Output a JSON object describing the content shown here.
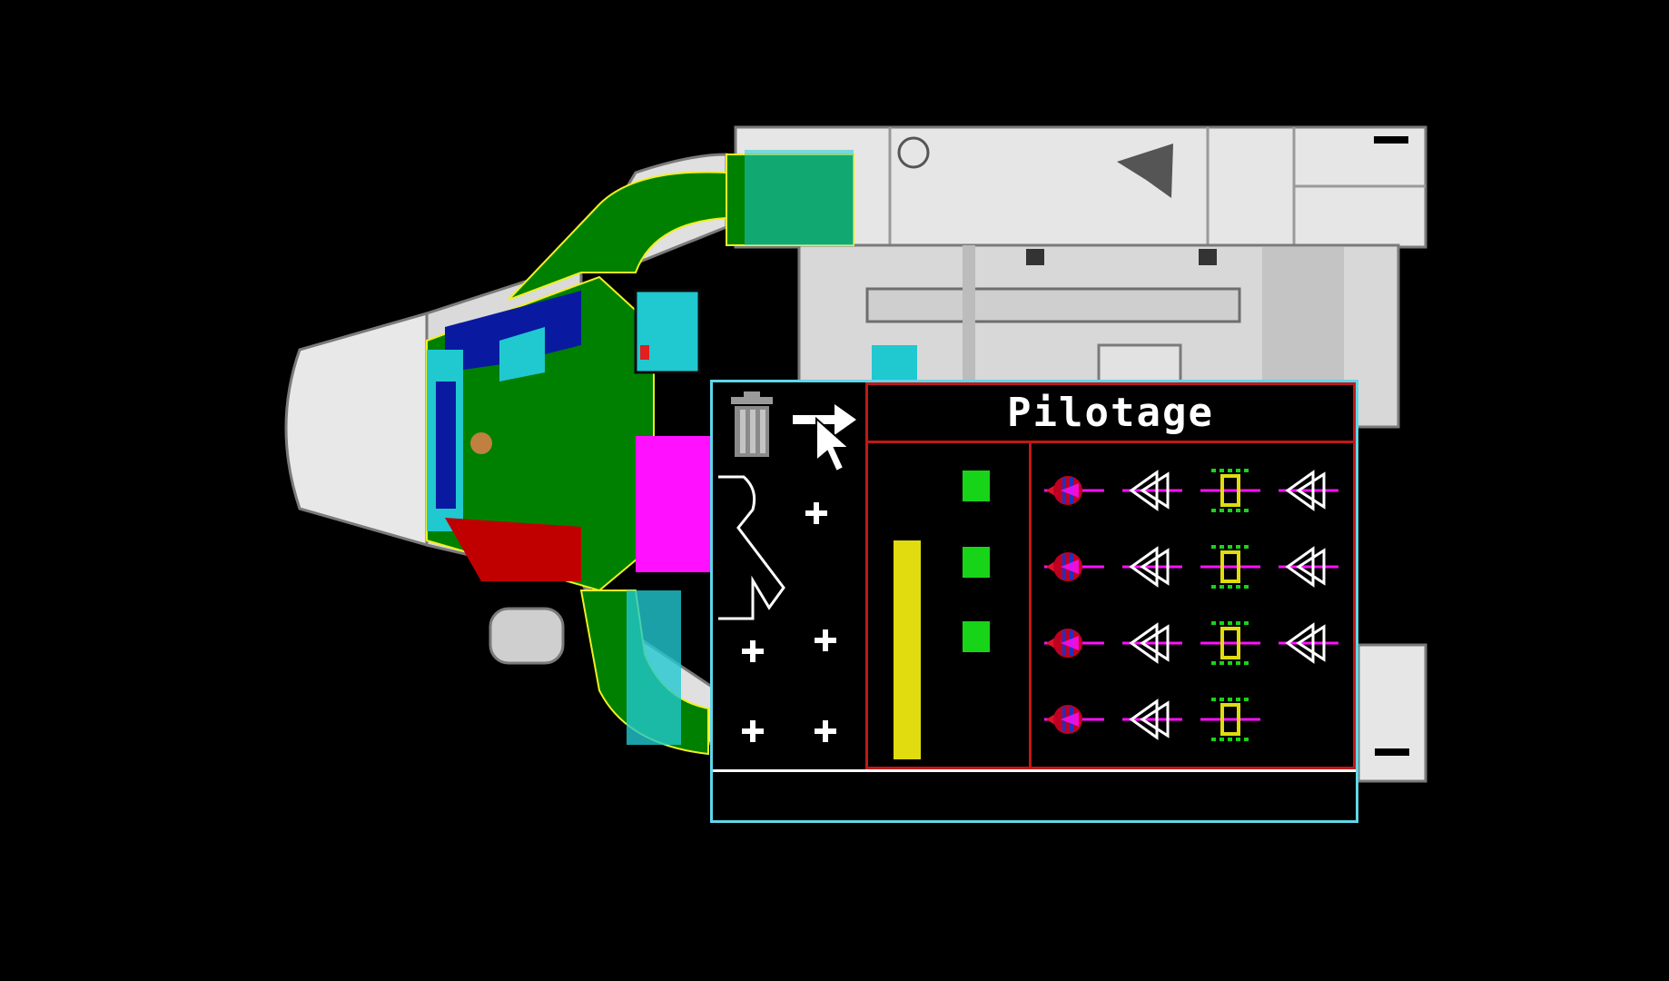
{
  "panel": {
    "title": "Pilotage",
    "footer_text": "",
    "gauge_level": 0.74,
    "indicators": [
      true,
      true,
      true
    ],
    "tools": [
      "trash-icon",
      "move-arrow-icon",
      "pointer-cursor-icon",
      "pilot-seat-icon"
    ],
    "slots": [
      "plus-icon",
      "plus-icon",
      "plus-icon",
      "plus-icon",
      "plus-icon"
    ],
    "module_grid": [
      [
        "reactor",
        "thruster",
        "capacitor",
        "thruster"
      ],
      [
        "reactor",
        "thruster",
        "capacitor",
        "thruster"
      ],
      [
        "reactor",
        "thruster",
        "capacitor",
        "thruster"
      ],
      [
        "reactor",
        "thruster",
        "capacitor"
      ]
    ]
  },
  "colors": {
    "panel_border": "#5fd7e8",
    "frame": "#c01818",
    "gauge": "#e0dc10",
    "indicator": "#18d418",
    "corridor": "#008000",
    "hull": "#e6e6e6",
    "accent_cyan": "#20c8d0",
    "accent_magenta": "#ff10ff"
  }
}
